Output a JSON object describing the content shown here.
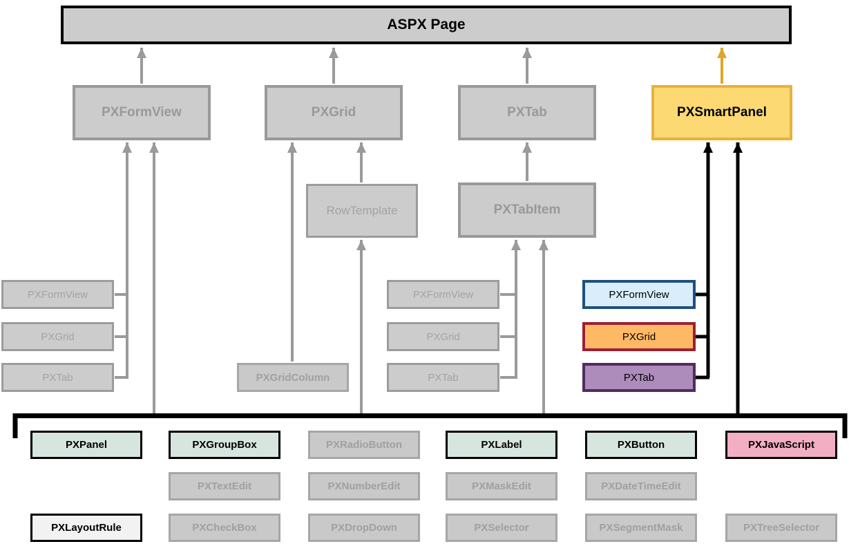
{
  "root": {
    "label": "ASPX Page"
  },
  "containers": {
    "form_view": "PXFormView",
    "grid": "PXGrid",
    "tab": "PXTab",
    "smart_panel": "PXSmartPanel"
  },
  "sub_containers": {
    "row_template": "RowTemplate",
    "tab_item": "PXTabItem",
    "grid_column": "PXGridColumn"
  },
  "form_view_children": [
    "PXFormView",
    "PXGrid",
    "PXTab"
  ],
  "tab_item_children": [
    "PXFormView",
    "PXGrid",
    "PXTab"
  ],
  "smart_panel_children": [
    "PXFormView",
    "PXGrid",
    "PXTab"
  ],
  "shared_controls": {
    "row1": [
      "PXPanel",
      "PXGroupBox",
      "PXRadioButton",
      "PXLabel",
      "PXButton",
      "PXJavaScript"
    ],
    "row2": [
      "PXTextEdit",
      "PXNumberEdit",
      "PXMaskEdit",
      "PXDateTimeEdit"
    ],
    "row3": [
      "PXLayoutRule",
      "PXCheckBox",
      "PXDropDown",
      "PXSelector",
      "PXSegmentMask",
      "PXTreeSelector"
    ]
  },
  "colors": {
    "highlight_fill": "#FCD972",
    "highlight_border": "#E8B23C",
    "highlight_arrow": "#DFA52A",
    "formview_child_fill": "#DAEDFB",
    "formview_child_border": "#1E4F7F",
    "grid_child_fill": "#FFB966",
    "grid_child_border": "#9E1E32",
    "tab_child_fill": "#AD8BBA",
    "tab_child_border": "#532A5E",
    "container_control_fill": "#D7E5DF",
    "javascript_fill": "#F2AEC2",
    "layout_rule_fill": "#F2F2F2",
    "inactive_fill": "#CCCCCC",
    "inactive_border": "#999999"
  }
}
